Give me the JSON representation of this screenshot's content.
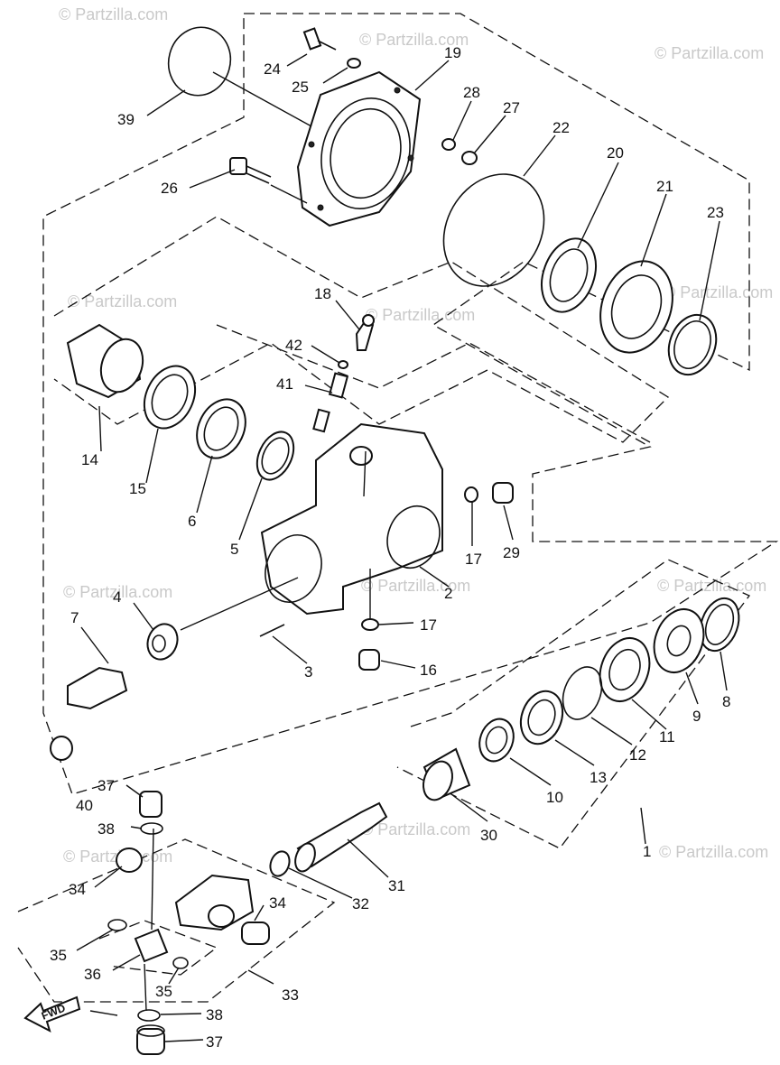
{
  "watermark": "© Partzilla.com",
  "fwd_label": "FWD",
  "callouts": {
    "c1": "1",
    "c2": "2",
    "c3": "3",
    "c4": "4",
    "c5": "5",
    "c6": "6",
    "c7": "7",
    "c8": "8",
    "c9": "9",
    "c10": "10",
    "c11": "11",
    "c12": "12",
    "c13": "13",
    "c14": "14",
    "c15": "15",
    "c16": "16",
    "c17a": "17",
    "c17b": "17",
    "c18": "18",
    "c19": "19",
    "c20": "20",
    "c21": "21",
    "c22": "22",
    "c23": "23",
    "c24": "24",
    "c25": "25",
    "c26": "26",
    "c27": "27",
    "c28": "28",
    "c29": "29",
    "c30": "30",
    "c31": "31",
    "c32": "32",
    "c33": "33",
    "c34a": "34",
    "c34b": "34",
    "c35a": "35",
    "c35b": "35",
    "c36": "36",
    "c37a": "37",
    "c37b": "37",
    "c38a": "38",
    "c38b": "38",
    "c39": "39",
    "c40": "40",
    "c41": "41",
    "c42": "42"
  }
}
